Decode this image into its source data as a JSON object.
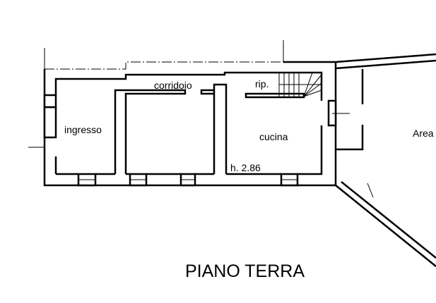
{
  "plan": {
    "title": "PIANO TERRA",
    "rooms": {
      "corridor": "corridoio",
      "storage": "rip.",
      "entrance": "ingresso",
      "kitchen": "cucina",
      "height": "h. 2.86",
      "area": "Area"
    }
  }
}
